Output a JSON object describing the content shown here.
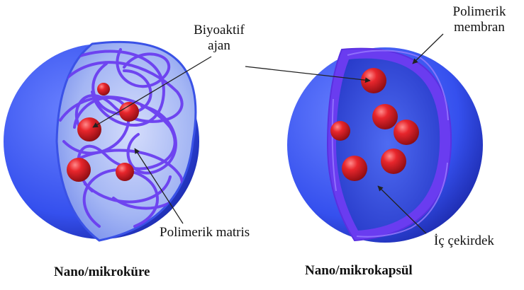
{
  "labels": {
    "bioactive_line1": "Biyoaktif",
    "bioactive_line2": "ajan",
    "membrane_line1": "Polimerik",
    "membrane_line2": "membran",
    "matrix": "Polimerik matris",
    "core": "İç çekirdek"
  },
  "captions": {
    "left": "Nano/mikroküre",
    "right": "Nano/mikrokapsül"
  },
  "colors": {
    "shell": "#3f5cf2",
    "shell_dark": "#1f2fb8",
    "interior": "#9eb3f5",
    "polymer": "#6f3ff0",
    "agent": "#d41a22"
  }
}
